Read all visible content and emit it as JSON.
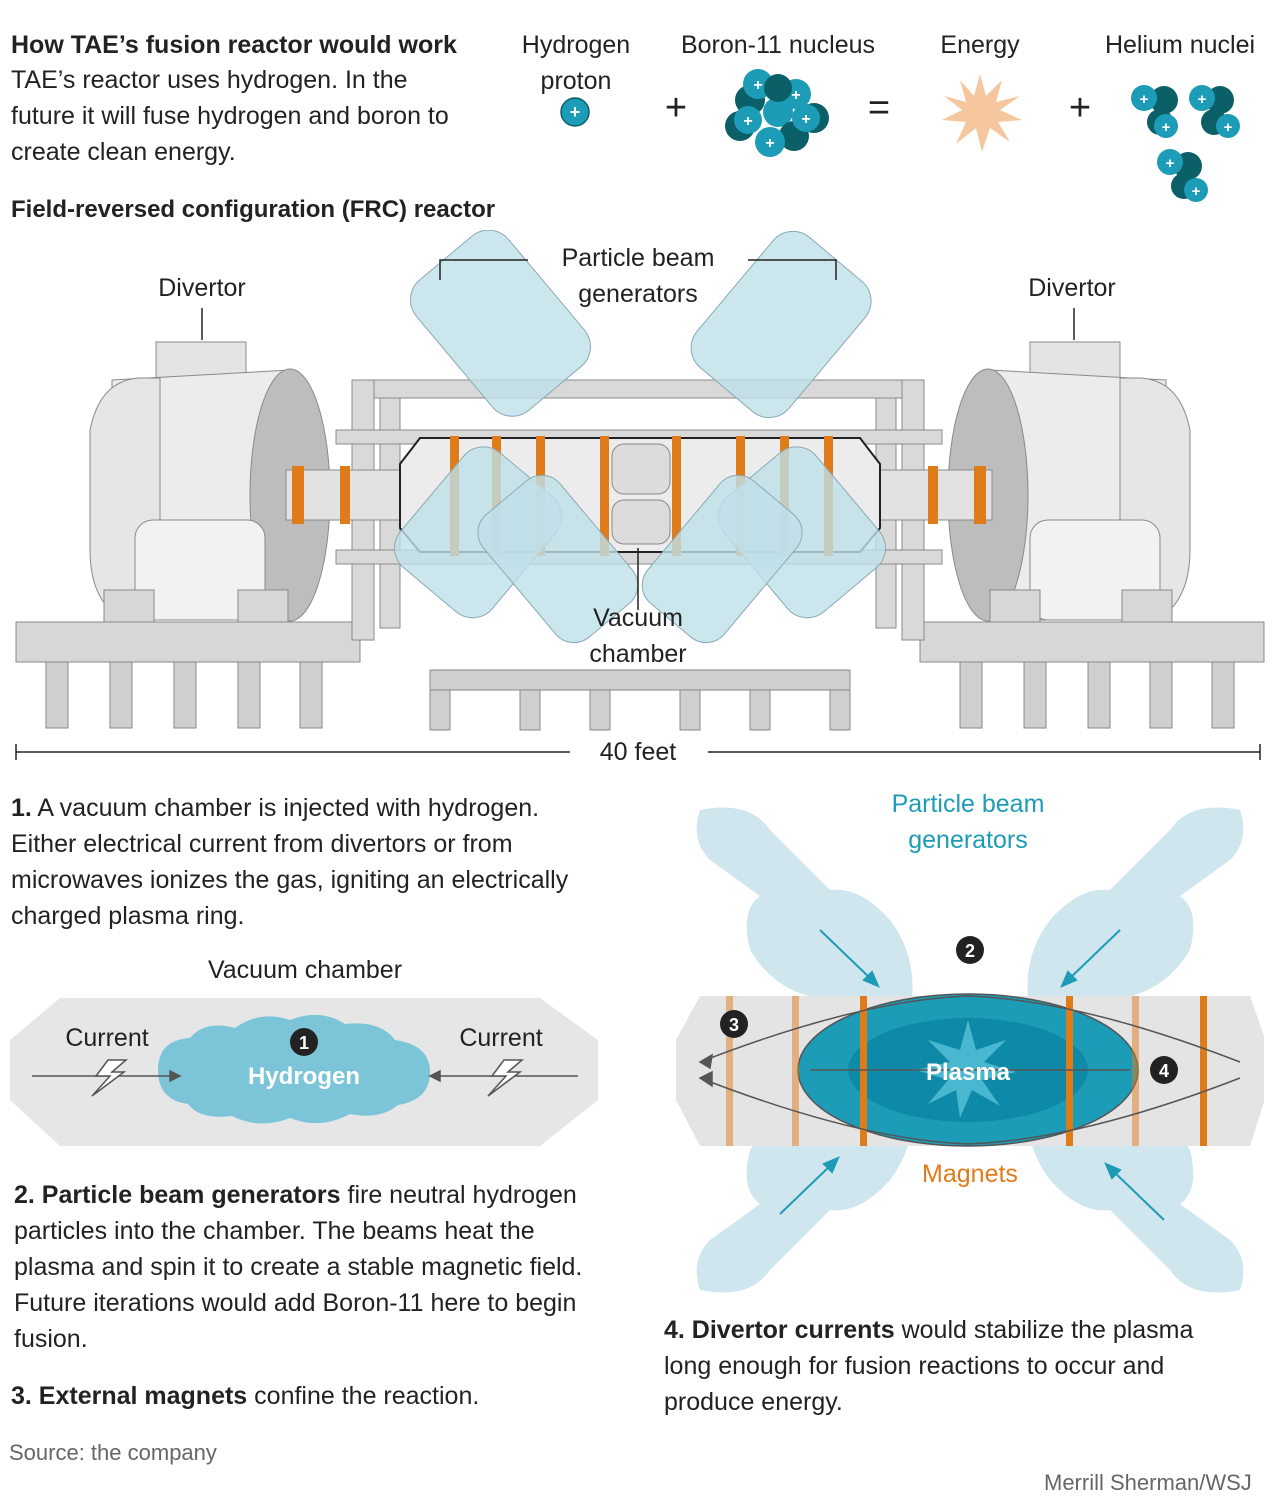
{
  "header": {
    "title": "How TAE’s fusion reactor would work",
    "intro": "TAE’s reactor uses hydrogen. In the future it will fuse hydrogen and boron to create clean energy."
  },
  "equation": {
    "hydrogen_label": "Hydrogen proton",
    "boron_label": "Boron-11 nucleus",
    "energy_label": "Energy",
    "helium_label": "Helium nuclei",
    "plus": "+",
    "equals": "=",
    "charge": "+"
  },
  "reactor": {
    "section_title": "Field-reversed configuration (FRC) reactor",
    "divertor_left": "Divertor",
    "divertor_right": "Divertor",
    "beam_generators": "Particle beam generators",
    "vacuum_chamber": "Vacuum chamber",
    "scale": "40 feet"
  },
  "steps": {
    "step1_num": "1.",
    "step1_text_a": " A vacuum chamber is injected with hydrogen.",
    "step1_bold": "Either electrical current from divertors",
    "step1_text_b": " or from microwaves ionizes the gas, igniting an electrically charged plasma ring.",
    "step2_bold": "2. Particle beam generators",
    "step2_text": " fire neutral hydrogen particles into the chamber. The beams heat the plasma and spin it to create a stable magnetic field. Future iterations would add Boron-11 here to begin fusion.",
    "step3_bold": "3. External magnets",
    "step3_text": " confine the reaction.",
    "step4_bold": "4. Divertor currents",
    "step4_text": " would stabilize the plasma long enough for fusion reactions to occur and produce energy."
  },
  "chamber_diagram": {
    "title": "Vacuum chamber",
    "current_left": "Current",
    "current_right": "Current",
    "hydrogen": "Hydrogen",
    "marker": "1"
  },
  "plasma_diagram": {
    "beam_label": "Particle beam generators",
    "plasma": "Plasma",
    "magnets": "Magnets",
    "marker2": "2",
    "marker3": "3",
    "marker4": "4"
  },
  "footer": {
    "source": "Source: the company",
    "credit": "Merrill Sherman/WSJ"
  },
  "colors": {
    "teal": "#1d9cb8",
    "dark_teal": "#0b5f66",
    "orange": "#e07b1a",
    "beam_blue": "#cfe6ee",
    "energy": "#f6c79e"
  }
}
